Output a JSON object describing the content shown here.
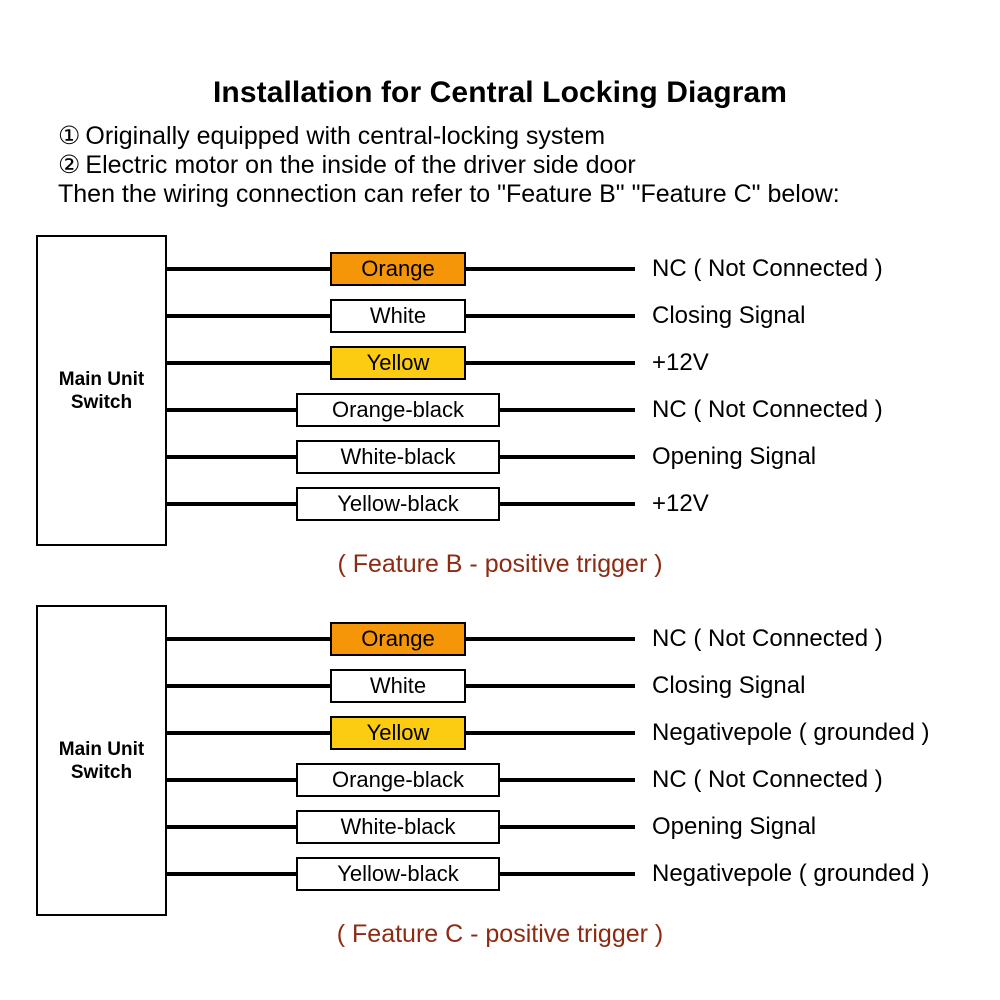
{
  "header": {
    "title": "Installation for Central Locking Diagram",
    "notes": [
      {
        "marker": "①",
        "text": "Originally equipped with central-locking system"
      },
      {
        "marker": "②",
        "text": "Electric motor on the inside of the driver side door"
      }
    ],
    "closing_note": "Then the wiring connection can refer to \"Feature B\" \"Feature C\" below:"
  },
  "colors": {
    "orange": "#F59608",
    "yellow": "#FBCC11",
    "white": "#FFFFFF",
    "stroke": "#000000",
    "caption": "#8C2B12"
  },
  "diagrams": [
    {
      "id": "feature-b",
      "unit_label": "Main Unit\nSwitch",
      "caption": "( Feature B - positive trigger )",
      "rows": [
        {
          "wire": "Orange",
          "fill": "orange",
          "width": "narrow",
          "signal": "NC ( Not Connected )"
        },
        {
          "wire": "White",
          "fill": "white",
          "width": "narrow",
          "signal": "Closing Signal"
        },
        {
          "wire": "Yellow",
          "fill": "yellow",
          "width": "narrow",
          "signal": "+12V"
        },
        {
          "wire": "Orange-black",
          "fill": "white",
          "width": "wide",
          "signal": "NC ( Not Connected )"
        },
        {
          "wire": "White-black",
          "fill": "white",
          "width": "wide",
          "signal": "Opening Signal"
        },
        {
          "wire": "Yellow-black",
          "fill": "white",
          "width": "wide",
          "signal": "+12V"
        }
      ]
    },
    {
      "id": "feature-c",
      "unit_label": "Main Unit\nSwitch",
      "caption": "( Feature C - positive trigger )",
      "rows": [
        {
          "wire": "Orange",
          "fill": "orange",
          "width": "narrow",
          "signal": "NC ( Not Connected )"
        },
        {
          "wire": "White",
          "fill": "white",
          "width": "narrow",
          "signal": "Closing Signal"
        },
        {
          "wire": "Yellow",
          "fill": "yellow",
          "width": "narrow",
          "signal": "Negativepole ( grounded )"
        },
        {
          "wire": "Orange-black",
          "fill": "white",
          "width": "wide",
          "signal": "NC ( Not Connected )"
        },
        {
          "wire": "White-black",
          "fill": "white",
          "width": "wide",
          "signal": "Opening Signal"
        },
        {
          "wire": "Yellow-black",
          "fill": "white",
          "width": "wide",
          "signal": "Negativepole ( grounded )"
        }
      ]
    }
  ]
}
